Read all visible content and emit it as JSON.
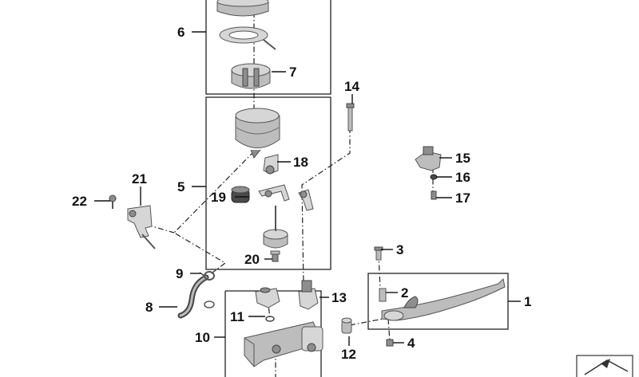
{
  "callouts": {
    "c1": "1",
    "c2": "2",
    "c3": "3",
    "c4": "4",
    "c5": "5",
    "c6": "6",
    "c7": "7",
    "c8": "8",
    "c9": "9",
    "c10": "10",
    "c11": "11",
    "c12": "12",
    "c13": "13",
    "c14": "14",
    "c15": "15",
    "c16": "16",
    "c17": "17",
    "c18": "18",
    "c19": "19",
    "c20": "20",
    "c21": "21",
    "c22": "22"
  },
  "colors": {
    "line": "#111111",
    "part": "#bdbdbd",
    "part_dark": "#4a4a4a"
  },
  "icons": {
    "corner_badge": "view-arrow-icon"
  }
}
